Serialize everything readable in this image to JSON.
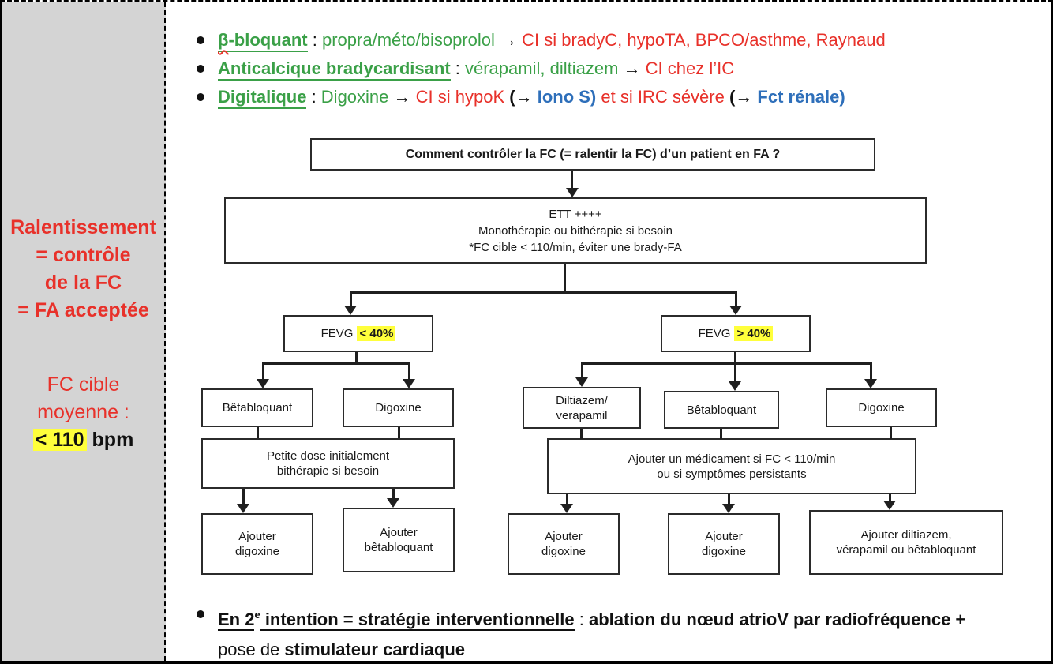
{
  "colors": {
    "green": "#3aa047",
    "red": "#e8312a",
    "blue": "#2e6fba",
    "highlight": "#ffff3b",
    "sidebar_bg": "#d4d4d4"
  },
  "sidebar": {
    "block1": "Ralentissement\n= contrôle\nde la FC\n= FA acceptée",
    "block2": "FC cible\nmoyenne :",
    "target_highlight": "< 110",
    "target_suffix": " bpm"
  },
  "bullets": {
    "items": [
      [
        {
          "t": "β",
          "c": "guw"
        },
        {
          "t": "-bloquant",
          "c": "gu"
        },
        {
          "t": " : ",
          "c": "bk"
        },
        {
          "t": "propra/méto/bisoprolol ",
          "c": "g"
        },
        {
          "t": "→ ",
          "c": "ar"
        },
        {
          "t": "CI si bradyC, hypoTA, BPCO/asthme, Raynaud",
          "c": "r"
        }
      ],
      [
        {
          "t": "Anticalcique bradycardisant",
          "c": "gu"
        },
        {
          "t": " : ",
          "c": "bk"
        },
        {
          "t": "vérapamil, diltiazem ",
          "c": "g"
        },
        {
          "t": "→ ",
          "c": "ar"
        },
        {
          "t": "CI chez l’IC",
          "c": "r"
        }
      ],
      [
        {
          "t": "Digitalique",
          "c": "gu"
        },
        {
          "t": " : ",
          "c": "bk"
        },
        {
          "t": "Digoxine ",
          "c": "g"
        },
        {
          "t": "→ ",
          "c": "ar"
        },
        {
          "t": "CI si hypoK ",
          "c": "r"
        },
        {
          "t": "(→ ",
          "c": "ar"
        },
        {
          "t": "Iono S",
          "c": "bb"
        },
        {
          "t": ")",
          "c": "bb"
        },
        {
          "t": " et si IRC sévère ",
          "c": "r"
        },
        {
          "t": "(→ ",
          "c": "ar"
        },
        {
          "t": "Fct rénale",
          "c": "bb"
        },
        {
          "t": ")",
          "c": "bb"
        }
      ]
    ]
  },
  "bottom_bullet": [
    {
      "t": "En 2",
      "c": "bu"
    },
    {
      "t": "e",
      "c": "busup"
    },
    {
      "t": " intention = stratégie interventionnelle",
      "c": "bu"
    },
    {
      "t": " : ",
      "c": "n"
    },
    {
      "t": "ablation du nœud atrioV par radiofréquence +",
      "c": "b"
    },
    {
      "br": true
    },
    {
      "t": "pose de ",
      "c": "n"
    },
    {
      "t": "stimulateur cardiaque",
      "c": "b"
    }
  ],
  "flowchart": {
    "title": "Comment contrôler la FC (= ralentir la FC) d’un patient en FA ?",
    "ett": "ETT ++++\nMonothérapie ou bithérapie si besoin\n*FC cible < 110/min, éviter une brady-FA",
    "fevg_left": {
      "prefix": "FEVG",
      "value": "< 40%"
    },
    "fevg_right": {
      "prefix": "FEVG",
      "value": "> 40%"
    },
    "boxes": {
      "bb_left": "Bêtabloquant",
      "dig_left": "Digoxine",
      "dilt_right": "Diltiazem/\nverapamil",
      "bb_right": "Bêtabloquant",
      "dig_right": "Digoxine",
      "petite": "Petite dose initialement\nbithérapie si besoin",
      "ajouter_med": "Ajouter un médicament si FC < 110/min\nou si symptômes persistants",
      "aj_dig_1": "Ajouter\ndigoxine",
      "aj_bb": "Ajouter\nbêtabloquant",
      "aj_dig_2": "Ajouter\ndigoxine",
      "aj_dig_3": "Ajouter\ndigoxine",
      "aj_dilt": "Ajouter diltiazem,\nvérapamil ou bêtabloquant"
    }
  }
}
